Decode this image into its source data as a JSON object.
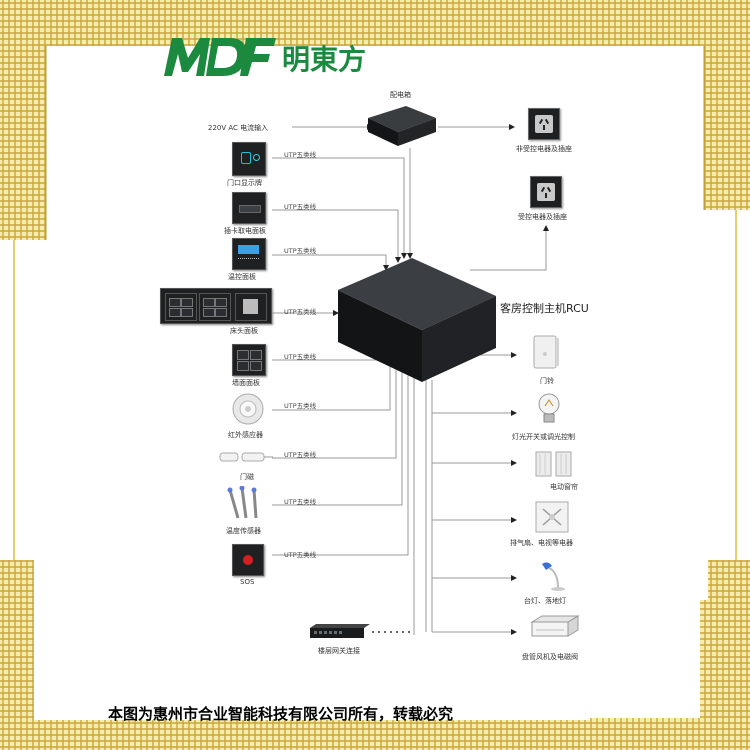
{
  "logo": {
    "mark": "MDF",
    "brand": "明東方"
  },
  "power_box": {
    "label": "配电箱",
    "input_label": "220V AC 电流输入"
  },
  "host": {
    "label": "客房控制主机RCU"
  },
  "cable_label": "UTP五类线",
  "left_devices": [
    {
      "label": "门口显示牌"
    },
    {
      "label": "插卡取电面板"
    },
    {
      "label": "温控面板"
    },
    {
      "label": "床头面板"
    },
    {
      "label": "墙面面板"
    },
    {
      "label": "红外感应器"
    },
    {
      "label": "门磁"
    },
    {
      "label": "温度传感器"
    },
    {
      "label": "SOS"
    }
  ],
  "gateway": {
    "label": "楼层网关连接"
  },
  "right_devices": [
    {
      "label": "非受控电器及插座"
    },
    {
      "label": "受控电器及插座"
    },
    {
      "label": "门铃"
    },
    {
      "label": "灯光开关或调光控制"
    },
    {
      "label": "电动窗帘"
    },
    {
      "label": "排气扇、电视等电器"
    },
    {
      "label": "台灯、落地灯"
    },
    {
      "label": "盘管风机及电磁阀"
    }
  ],
  "footer": {
    "notice": "本图为惠州市合业智能科技有限公司所有，转载必究"
  },
  "colors": {
    "frame": "#f4e89a",
    "frame_stroke": "#b99a2e",
    "brand": "#1b8a3f",
    "line": "#9a9a9a",
    "device": "#1e2022"
  }
}
